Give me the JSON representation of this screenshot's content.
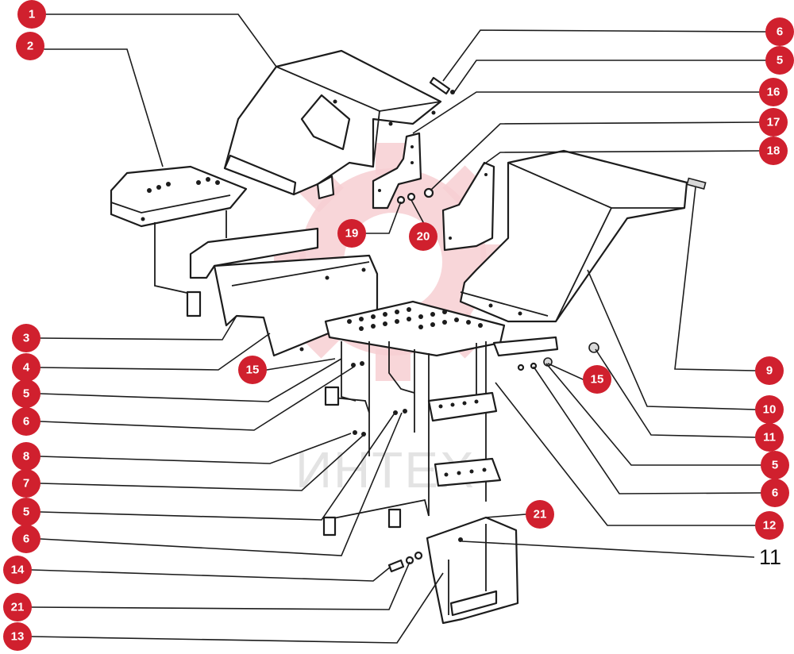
{
  "diagram": {
    "type": "exploded-parts-view",
    "accent_color": "#d0202e",
    "watermark": {
      "text": "ИНТЕХ",
      "color": "#e3e3e3",
      "emblem_color": "#f7cfd2"
    },
    "callouts": [
      {
        "id": "c1",
        "label": "1"
      },
      {
        "id": "c2",
        "label": "2"
      },
      {
        "id": "c3",
        "label": "3"
      },
      {
        "id": "c4",
        "label": "4"
      },
      {
        "id": "c5a",
        "label": "5"
      },
      {
        "id": "c6a",
        "label": "6"
      },
      {
        "id": "c8",
        "label": "8"
      },
      {
        "id": "c7",
        "label": "7"
      },
      {
        "id": "c5b",
        "label": "5"
      },
      {
        "id": "c6b",
        "label": "6"
      },
      {
        "id": "c14",
        "label": "14"
      },
      {
        "id": "c21a",
        "label": "21"
      },
      {
        "id": "c13",
        "label": "13"
      },
      {
        "id": "c15a",
        "label": "15"
      },
      {
        "id": "c19",
        "label": "19"
      },
      {
        "id": "c20",
        "label": "20"
      },
      {
        "id": "c6c",
        "label": "6"
      },
      {
        "id": "c5c",
        "label": "5"
      },
      {
        "id": "c16",
        "label": "16"
      },
      {
        "id": "c17",
        "label": "17"
      },
      {
        "id": "c18",
        "label": "18"
      },
      {
        "id": "c9",
        "label": "9"
      },
      {
        "id": "c10",
        "label": "10"
      },
      {
        "id": "c11a",
        "label": "11"
      },
      {
        "id": "c5d",
        "label": "5"
      },
      {
        "id": "c6d",
        "label": "6"
      },
      {
        "id": "c12",
        "label": "12"
      },
      {
        "id": "c15b",
        "label": "15"
      },
      {
        "id": "c21b",
        "label": "21"
      },
      {
        "id": "c11b",
        "label": "11",
        "style": "plain"
      }
    ]
  }
}
